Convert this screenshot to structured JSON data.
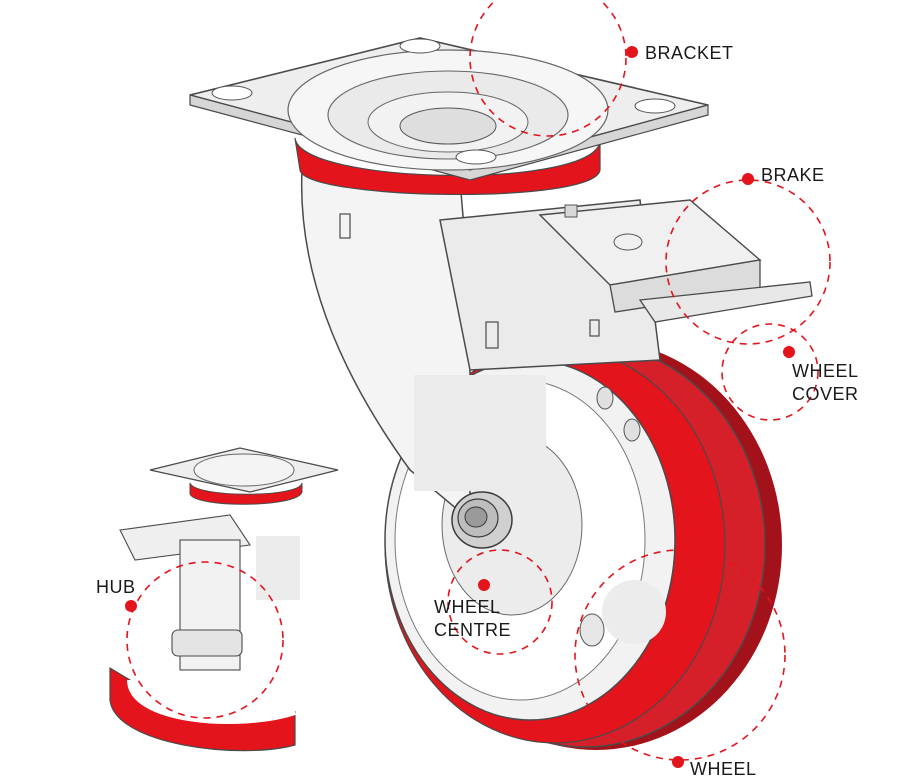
{
  "labels": {
    "bracket": "BRACKET",
    "brake": "BRAKE",
    "wheel_cover_1": "WHEEL",
    "wheel_cover_2": "COVER",
    "wheel_centre_1": "WHEEL",
    "wheel_centre_2": "CENTRE",
    "hub": "HUB",
    "wheel_bottom": "WHEEL"
  },
  "colors": {
    "accent_red": "#e3141b",
    "tread_red": "#d5202a",
    "tread_dark": "#a3121a",
    "metal_light": "#f2f2f2",
    "metal_mid": "#d9d9d9",
    "outline": "#4a4a4a",
    "text": "#1a1a1a"
  }
}
